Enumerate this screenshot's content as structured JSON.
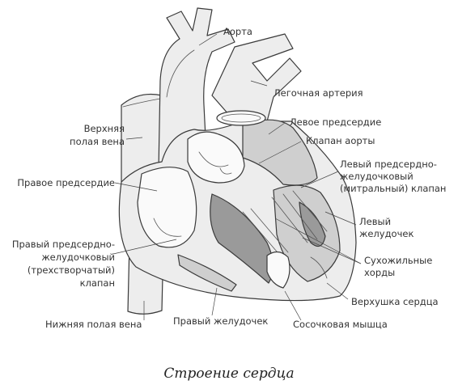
{
  "caption": "Строение сердца",
  "labels": {
    "aorta": "Аорта",
    "pulmonary_artery": "Легочная артерия",
    "left_atrium": "Левое предсердие",
    "aortic_valve": "Клапан аорты",
    "mitral_valve": [
      "Левый предсердно-",
      "желудочковый",
      "(митральный) клапан"
    ],
    "left_ventricle": [
      "Левый",
      "желудочек"
    ],
    "chordae": [
      "Сухожильные",
      "хорды"
    ],
    "apex": "Верхушка сердца",
    "papillary_muscle": "Сосочковая мышца",
    "right_ventricle": "Правый желудочек",
    "inferior_vena_cava": "Нижняя полая вена",
    "tricuspid_valve": [
      "Правый предсердно-",
      "желудочковый",
      "(трехстворчатый)",
      "клапан"
    ],
    "right_atrium": "Правое предсердие",
    "superior_vena_cava": [
      "Верхняя",
      "полая вена"
    ]
  }
}
